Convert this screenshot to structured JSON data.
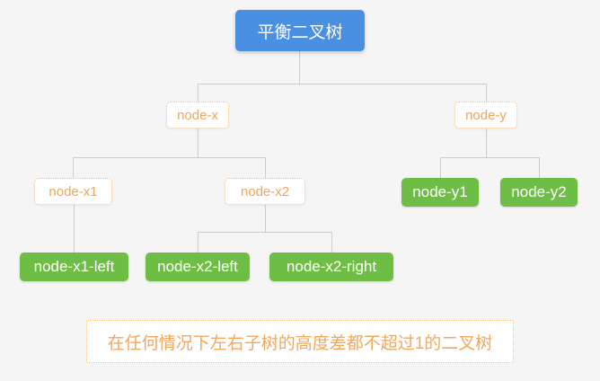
{
  "diagram": {
    "title": "平衡二叉树",
    "nodes": {
      "node_x": {
        "label": "node-x"
      },
      "node_y": {
        "label": "node-y"
      },
      "node_x1": {
        "label": "node-x1"
      },
      "node_x2": {
        "label": "node-x2"
      },
      "node_y1": {
        "label": "node-y1"
      },
      "node_y2": {
        "label": "node-y2"
      },
      "node_x1_left": {
        "label": "node-x1-left"
      },
      "node_x2_left": {
        "label": "node-x2-left"
      },
      "node_x2_right": {
        "label": "node-x2-right"
      }
    },
    "caption": "在任何情况下左右子树的高度差都不超过1的二叉树",
    "colors": {
      "root_bg": "#4a90e2",
      "solid_node_bg": "#6ebe45",
      "dashed_node_border": "#f0c184",
      "dashed_node_text": "#eda65b",
      "connector": "#cccccc",
      "background": "#f5f5f5"
    }
  }
}
